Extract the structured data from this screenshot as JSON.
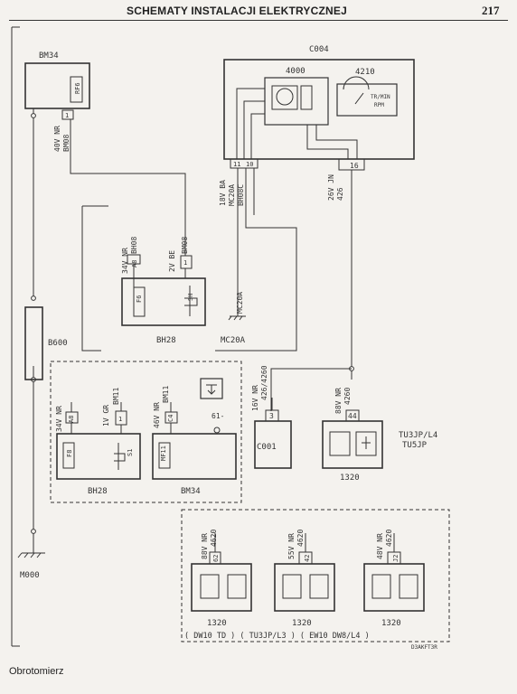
{
  "header": {
    "title": "SCHEMATY INSTALACJI ELEKTRYCZNEJ",
    "page": "217"
  },
  "footer": {
    "caption": "Obrotomierz",
    "code": "D3AKFT3R"
  },
  "components": {
    "bm34_top": "BM34",
    "c004": "C004",
    "c004_a": "4000",
    "c004_b": "4210",
    "tachometer_face": [
      "TR/MIN",
      "RPM"
    ],
    "bh28_mid": "BH28",
    "mc20a_ground": "MC20A",
    "b600": "B600",
    "bh28_bottom": "BH28",
    "bm34_bottom": "BM34",
    "c001": "C001",
    "i1320_main": "1320",
    "variant_main": [
      "TU3JP/L4",
      "TU5JP"
    ],
    "m000": "M000",
    "i1320_row": [
      "1320",
      "1320",
      "1320"
    ],
    "variant_row": "( DW10 TD ) ( TU3JP/L3 ) ( EW10 DW8/L4 )"
  },
  "wires": {
    "bm34_out": [
      "40V NR",
      "BM08"
    ],
    "c004_left": [
      "18V BA",
      "MC20A",
      "BH08C"
    ],
    "c004_right": [
      "26V JN",
      "426"
    ],
    "bh28_a": [
      "34V NR",
      "BH08"
    ],
    "bh28_b": [
      "2V BE",
      "BM08"
    ],
    "c001_in": [
      "16V NR",
      "426/4260"
    ],
    "i1320_in": [
      "88V NR",
      "4260"
    ],
    "bh28b_a": [
      "34V NR"
    ],
    "bh28b_b": [
      "1V GR",
      "BM11"
    ],
    "bm34b_a": [
      "46V NR",
      "BM11"
    ],
    "r1": [
      "88V NR",
      "4620"
    ],
    "r2": [
      "55V NR",
      "4620"
    ],
    "r3": [
      "48V NR",
      "4620"
    ]
  },
  "pins": {
    "bm34_connector": "1",
    "c004_left": "11",
    "c004_left_b": "10",
    "c004_right": "16",
    "bh28_a": "A8",
    "bh28_b": "1",
    "bh28_f": "F6",
    "bh28_sh": "SH",
    "c001": "3",
    "i1320": "44",
    "bh28b_a": "A8",
    "bh28b_b": "1",
    "bh28b_f": "F8",
    "bh28b_s": "S1",
    "bm34b": "C4",
    "bm34b_f": "MF11",
    "bm34b_side": "61-",
    "r1": "62",
    "r2": "42",
    "r3": "J2",
    "rf6": "RF6"
  }
}
